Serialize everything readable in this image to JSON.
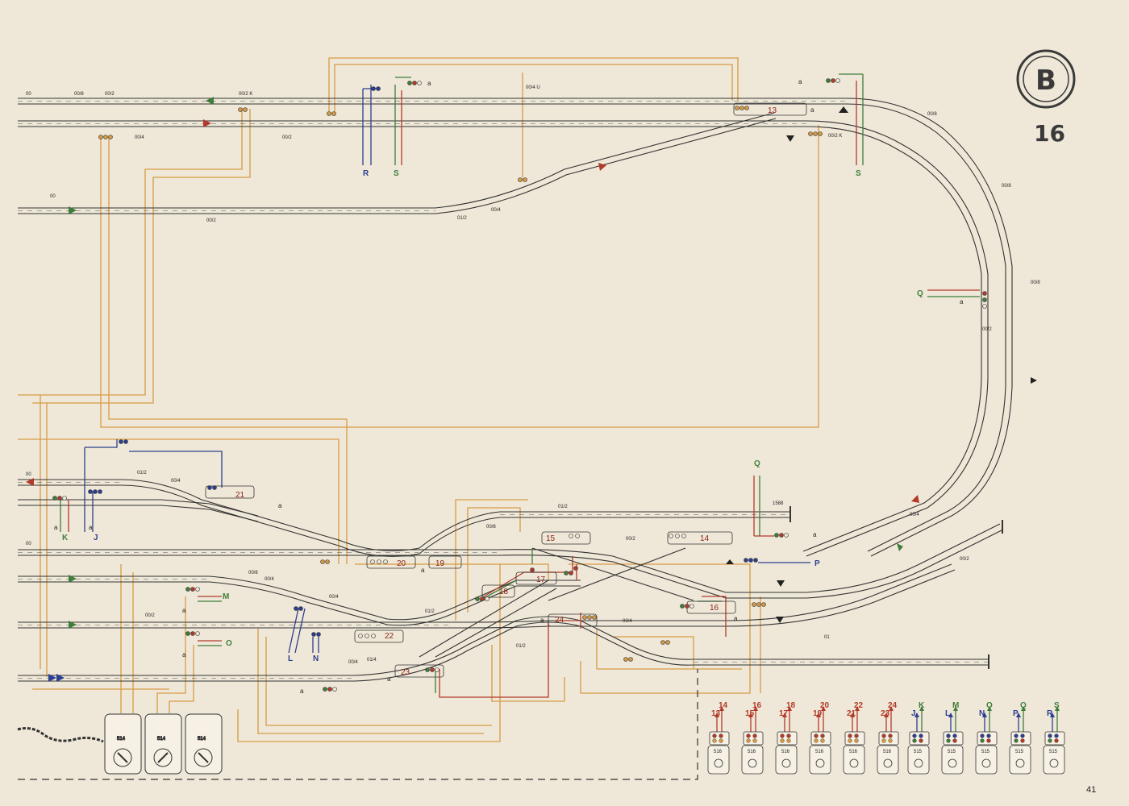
{
  "plate": {
    "letter": "B",
    "number": "16"
  },
  "page_number": "41",
  "track_labels": [
    "00",
    "00/8",
    "00/2",
    "00/2 K",
    "00/4 U",
    "00/4",
    "00/2",
    "00",
    "00/2",
    "01/2",
    "00/4",
    "00/2 K",
    "00/8",
    "00/8",
    "00/8",
    "00/2",
    "00",
    "01/2",
    "00/4",
    "1588",
    "01/2",
    "00/8",
    "00/2",
    "00",
    "00/8",
    "00/4",
    "00/4",
    "01/2",
    "00/2",
    "00/4",
    "01/4",
    "00/4",
    "01/2",
    "01",
    "00/4",
    "00/2"
  ],
  "signals": [
    "13",
    "14",
    "15",
    "16",
    "17",
    "18",
    "19",
    "20",
    "21",
    "22",
    "23",
    "24"
  ],
  "connection_letters": [
    {
      "t": "R",
      "color": "#2c3e8f"
    },
    {
      "t": "S",
      "color": "#3f7d3a"
    },
    {
      "t": "S",
      "color": "#3f7d3a"
    },
    {
      "t": "Q",
      "color": "#3f7d3a"
    },
    {
      "t": "Q",
      "color": "#3f7d3a"
    },
    {
      "t": "P",
      "color": "#2c3e8f"
    },
    {
      "t": "K",
      "color": "#3f7d3a"
    },
    {
      "t": "J",
      "color": "#2c3e8f"
    },
    {
      "t": "M",
      "color": "#3f7d3a"
    },
    {
      "t": "O",
      "color": "#3f7d3a"
    },
    {
      "t": "L",
      "color": "#2c3e8f"
    },
    {
      "t": "N",
      "color": "#2c3e8f"
    }
  ],
  "wire_marker": "a",
  "transformer_label": "514",
  "control_groups_left": [
    {
      "left": "13",
      "right": "14"
    },
    {
      "left": "15",
      "right": "16"
    },
    {
      "left": "17",
      "right": "18"
    },
    {
      "left": "19",
      "right": "20"
    },
    {
      "left": "21",
      "right": "22"
    },
    {
      "left": "23",
      "right": "24"
    }
  ],
  "control_groups_right": [
    {
      "left": "J",
      "right": "K"
    },
    {
      "left": "L",
      "right": "M"
    },
    {
      "left": "N",
      "right": "O"
    },
    {
      "left": "P",
      "right": "Q"
    },
    {
      "left": "R",
      "right": "S"
    }
  ],
  "control_box_left_label": "516",
  "control_box_right_label": "515",
  "colors": {
    "track": "#333333",
    "orange": "#d69a45",
    "red": "#b23a2a",
    "green": "#3f7d3a",
    "blue": "#2c3e8f",
    "paper": "#efe8d8"
  }
}
